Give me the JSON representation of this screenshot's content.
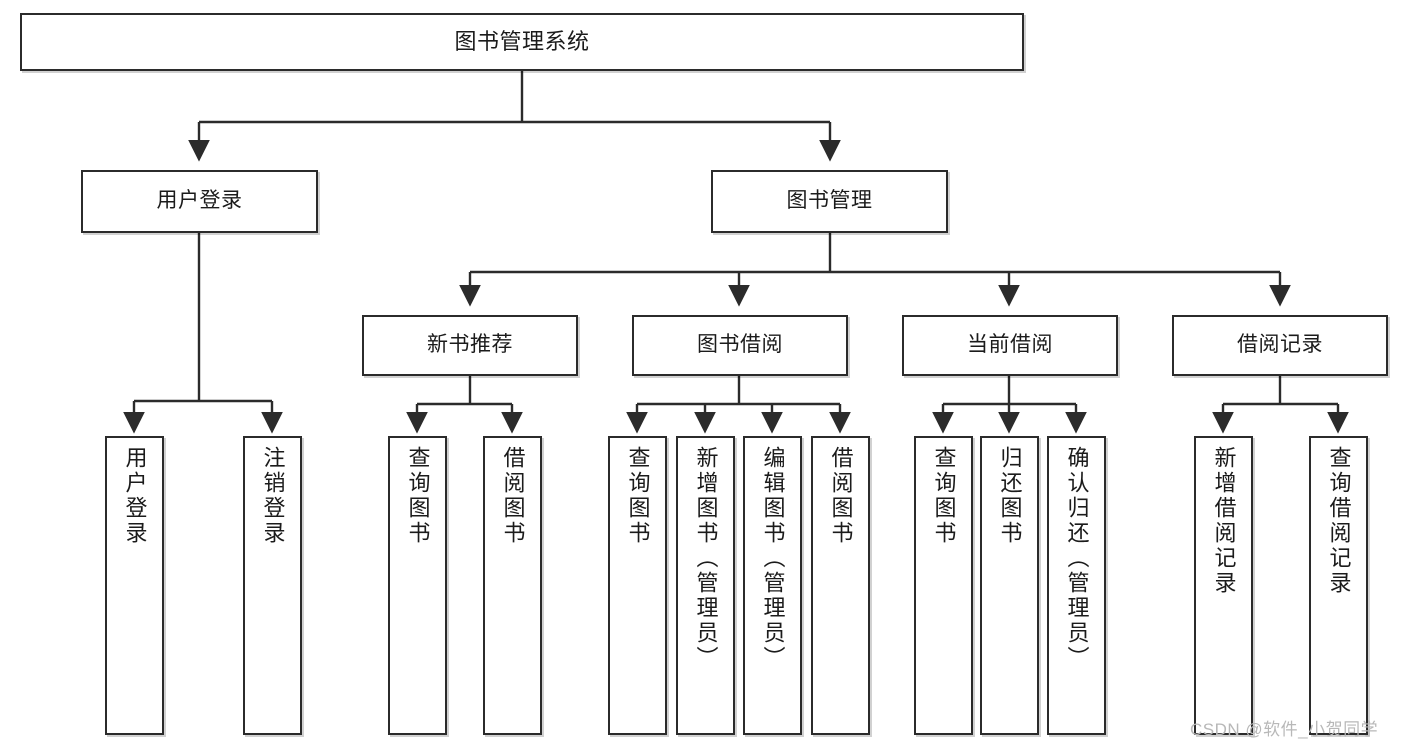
{
  "diagram": {
    "type": "tree-hierarchy",
    "title": "图书管理系统",
    "colors": {
      "box_border": "#2b2b2b",
      "box_fill": "#ffffff",
      "edge": "#2b2b2b",
      "text": "#1b1b1b",
      "watermark": "#b8b8b8"
    },
    "root": {
      "label": "图书管理系统"
    },
    "level2": [
      {
        "label": "用户登录"
      },
      {
        "label": "图书管理"
      }
    ],
    "level3": [
      {
        "label": "新书推荐"
      },
      {
        "label": "图书借阅"
      },
      {
        "label": "当前借阅"
      },
      {
        "label": "借阅记录"
      }
    ],
    "leaves": {
      "user_login": [
        {
          "label": "用户登录"
        },
        {
          "label": "注销登录"
        }
      ],
      "new_book_recommend": [
        {
          "label": "查询图书"
        },
        {
          "label": "借阅图书"
        }
      ],
      "book_borrow": [
        {
          "label": "查询图书"
        },
        {
          "label": "新增图书（管理员）"
        },
        {
          "label": "编辑图书（管理员）"
        },
        {
          "label": "借阅图书"
        }
      ],
      "current_borrow": [
        {
          "label": "查询图书"
        },
        {
          "label": "归还图书"
        },
        {
          "label": "确认归还（管理员）"
        }
      ],
      "borrow_record": [
        {
          "label": "新增借阅记录"
        },
        {
          "label": "查询借阅记录"
        }
      ]
    },
    "watermark": "CSDN @软件_小贺同学"
  }
}
